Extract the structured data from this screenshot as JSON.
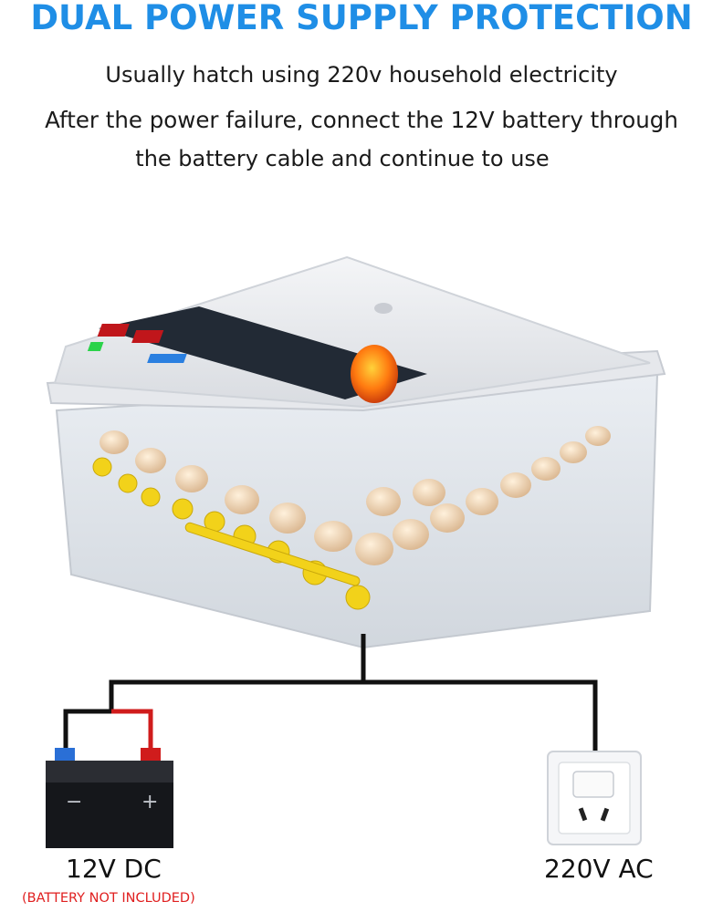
{
  "header": {
    "title": "DUAL POWER SUPPLY PROTECTION",
    "line1": "Usually hatch using 220v household electricity",
    "line2": "After the power failure, connect the 12V battery through",
    "line3": "the battery cable and continue to use"
  },
  "labels": {
    "dc": "12V DC",
    "dc_note": "(BATTERY NOT INCLUDED)",
    "ac": "220V AC"
  },
  "colors": {
    "headline": "#1f8ee6",
    "note": "#e02020",
    "positive_wire": "#d01c1c",
    "negative_wire": "#111111",
    "negative_terminal": "#2a6fd6"
  },
  "icons": [
    "incubator-product-photo",
    "car-battery-icon",
    "wall-socket-plug-icon"
  ]
}
